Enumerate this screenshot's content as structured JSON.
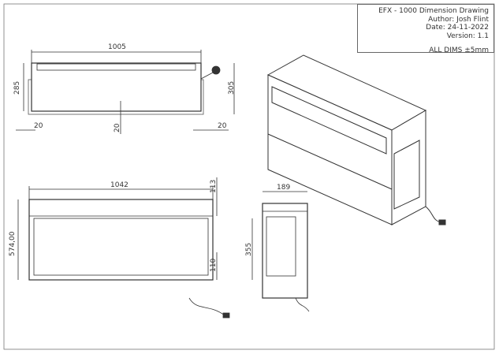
{
  "title_block": {
    "title": "EFX - 1000 Dimension Drawing",
    "author": "Author: Josh Flint",
    "date": "Date: 24-11-2022",
    "version": "Version: 1.1",
    "tolerance": "ALL DIMS ±5mm"
  },
  "top_view": {
    "width": "1005",
    "depth_left": "285",
    "depth_right": "305",
    "lip_left": "20",
    "lip_bottom": "20",
    "lip_right": "20"
  },
  "front_view": {
    "width": "1042",
    "height": "574,00",
    "top_band": "113",
    "bottom_band": "110"
  },
  "side_view": {
    "depth": "189",
    "height": "355"
  }
}
